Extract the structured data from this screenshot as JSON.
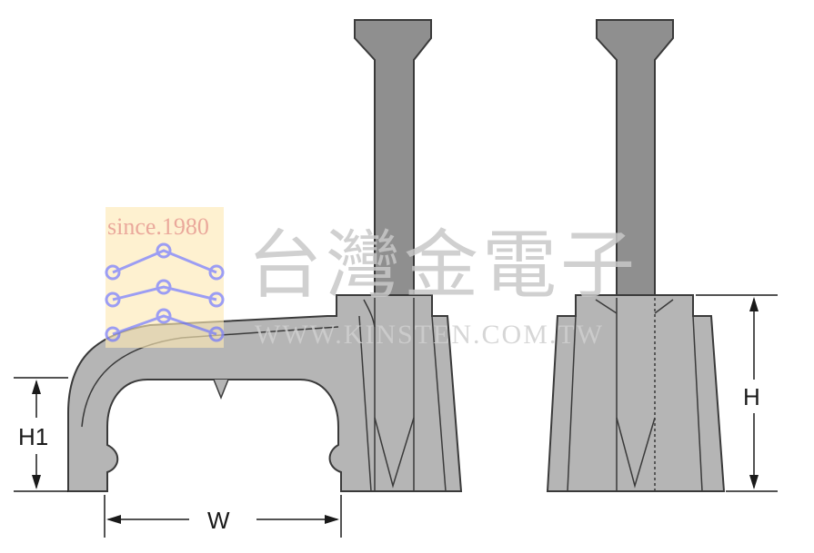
{
  "dimensions": {
    "h1_label": "H1",
    "w_label": "W",
    "h_label": "H"
  },
  "watermark": {
    "since_text": "since.1980",
    "company_name": "台灣金電子",
    "website": "WWW.KINSTEN.COM.TW"
  },
  "colors": {
    "part_fill": "#b5b5b5",
    "nail_fill": "#8f8f8f",
    "outline": "#3a3a3a",
    "watermark_logo_bg": "#fde9b5",
    "watermark_logo_line": "#8b8df2"
  }
}
